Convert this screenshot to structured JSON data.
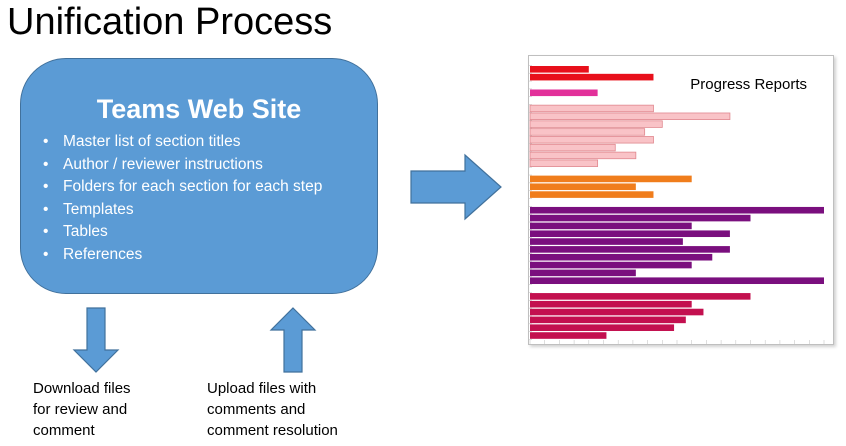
{
  "page": {
    "title": "Unification Process"
  },
  "site": {
    "title": "Teams Web Site",
    "items": [
      "Master list of section titles",
      "Author / reviewer instructions",
      "Folders for each section for each step",
      "Templates",
      "Tables",
      "References"
    ]
  },
  "captions": {
    "download": [
      "Download files",
      "for review and",
      "comment"
    ],
    "upload": [
      "Upload files with",
      "comments and",
      "comment resolution"
    ]
  },
  "report": {
    "title": "Progress Reports"
  },
  "colors": {
    "box_fill": "#5b9bd5",
    "arrow_fill": "#5b9bd5",
    "arrow_stroke": "#41719c"
  },
  "chart_data": {
    "type": "bar",
    "xlim": [
      0,
      100
    ],
    "values": [
      20,
      42,
      0,
      23,
      0,
      42,
      68,
      45,
      39,
      42,
      29,
      36,
      23,
      0,
      55,
      36,
      42,
      0,
      100,
      75,
      55,
      68,
      52,
      68,
      62,
      55,
      36,
      100,
      0,
      75,
      55,
      59,
      53,
      49,
      26
    ],
    "colors": [
      "#e8101b",
      "#e8101b",
      "",
      "#e2309a",
      "",
      "#f9c3c7",
      "#f9c3c7",
      "#f9c3c7",
      "#f9c3c7",
      "#f9c3c7",
      "#f9c3c7",
      "#f9c3c7",
      "#f9c3c7",
      "",
      "#f07d1c",
      "#f07d1c",
      "#f07d1c",
      "",
      "#7a0f7e",
      "#7a0f7e",
      "#7a0f7e",
      "#7a0f7e",
      "#7a0f7e",
      "#7a0f7e",
      "#7a0f7e",
      "#7a0f7e",
      "#7a0f7e",
      "#7a0f7e",
      "",
      "#c3104f",
      "#c3104f",
      "#c3104f",
      "#c3104f",
      "#c3104f",
      "#c3104f"
    ]
  }
}
